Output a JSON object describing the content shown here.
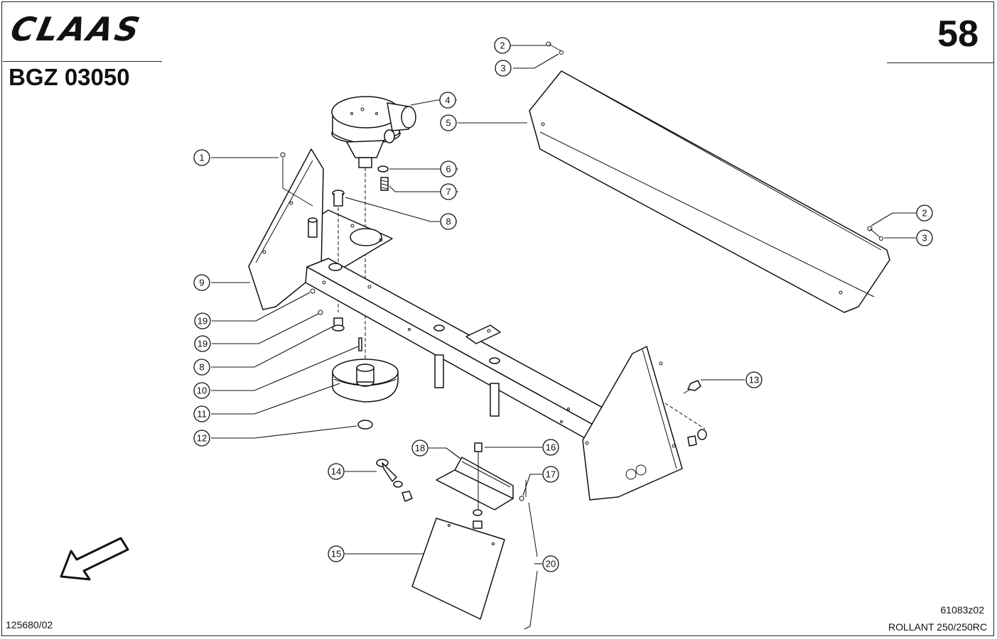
{
  "header": {
    "brand": "CLAAS",
    "document_id": "BGZ 03050",
    "page_number": "58"
  },
  "footer": {
    "left_code": "125680/02",
    "drawing_code": "61083z02",
    "model": "ROLLANT 250/250RC"
  },
  "callouts": [
    "1",
    "2",
    "3",
    "4",
    "5",
    "6",
    "7",
    "8",
    "9",
    "10",
    "11",
    "12",
    "13",
    "14",
    "15",
    "16",
    "17",
    "18",
    "19",
    "20"
  ],
  "icons": {
    "direction_arrow": "arrow-down-left-icon"
  }
}
